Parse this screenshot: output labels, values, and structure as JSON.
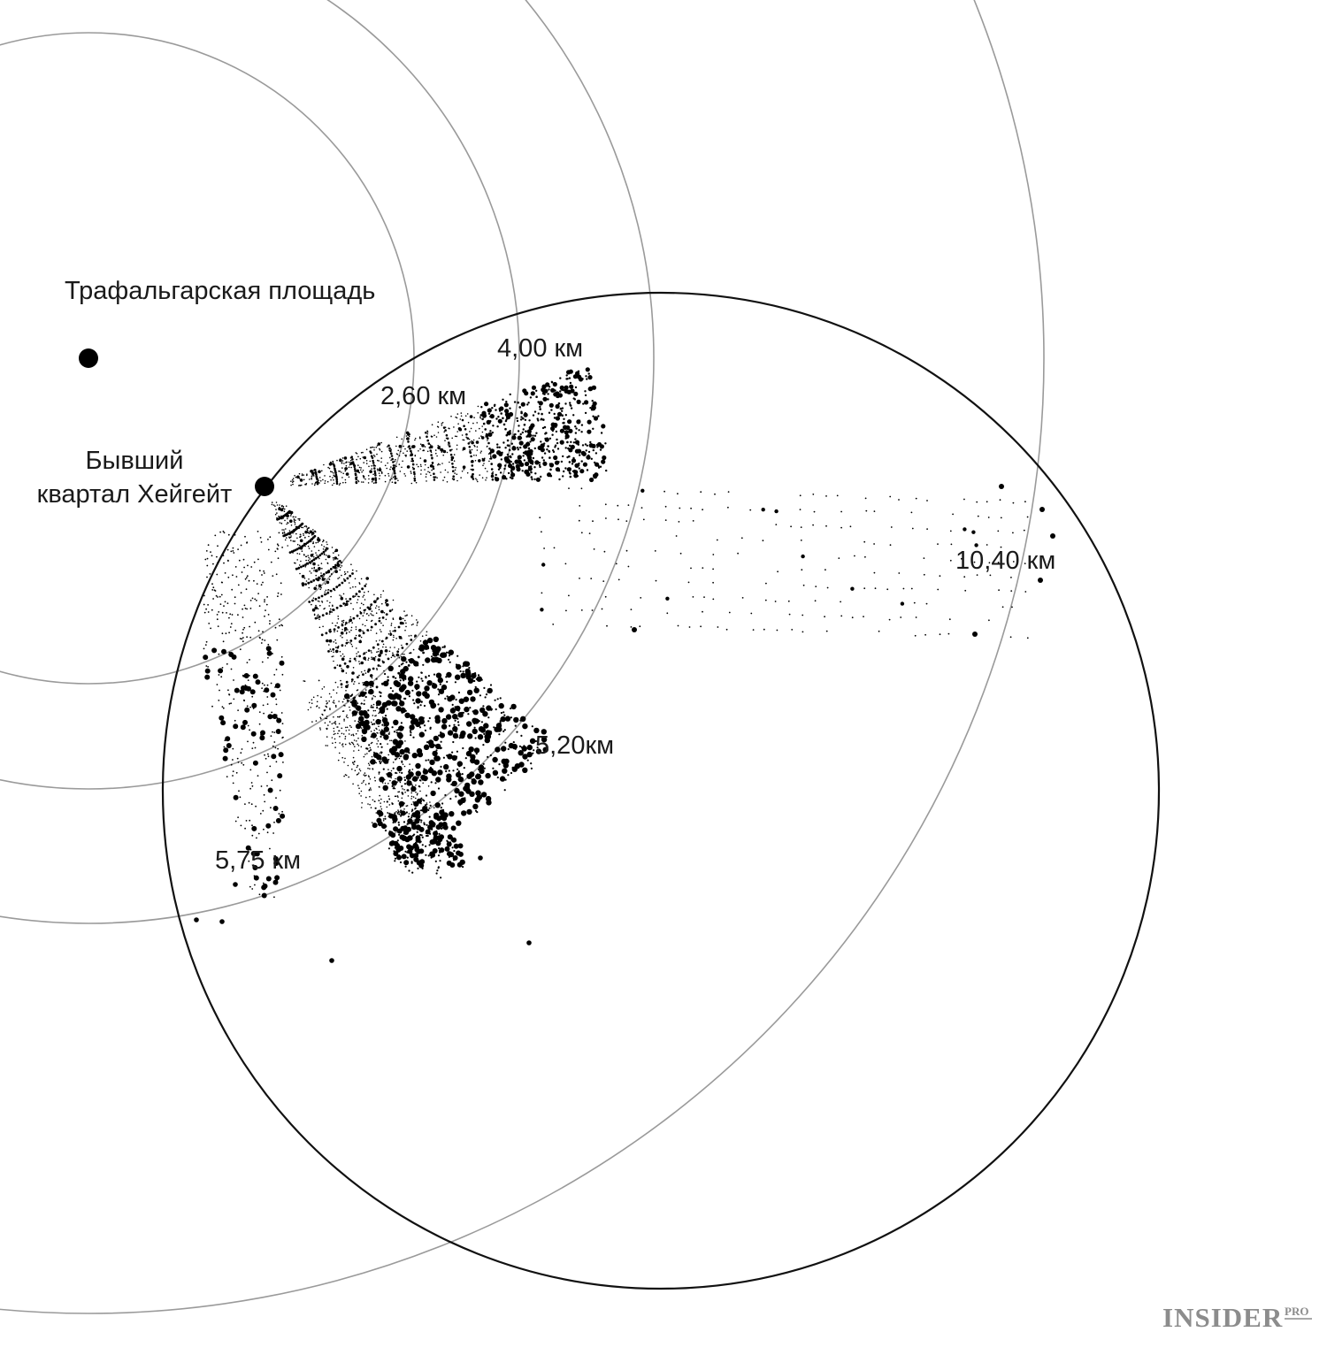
{
  "places": {
    "trafalgar": "Трафальгарская площадь",
    "highgate_line1": "Бывший",
    "highgate_line2": "квартал Хейгейт"
  },
  "distances": {
    "d260": "2,60 км",
    "d400": "4,00 км",
    "d520": "5,20км",
    "d575": "5,75 км",
    "d1040": "10,40 км"
  },
  "logo": {
    "main": "INSIDER",
    "sup": "PRO"
  },
  "colors": {
    "ring": "#9a9a9a",
    "circle": "#111111",
    "dot": "#000000",
    "logo": "#8c8c8c"
  }
}
